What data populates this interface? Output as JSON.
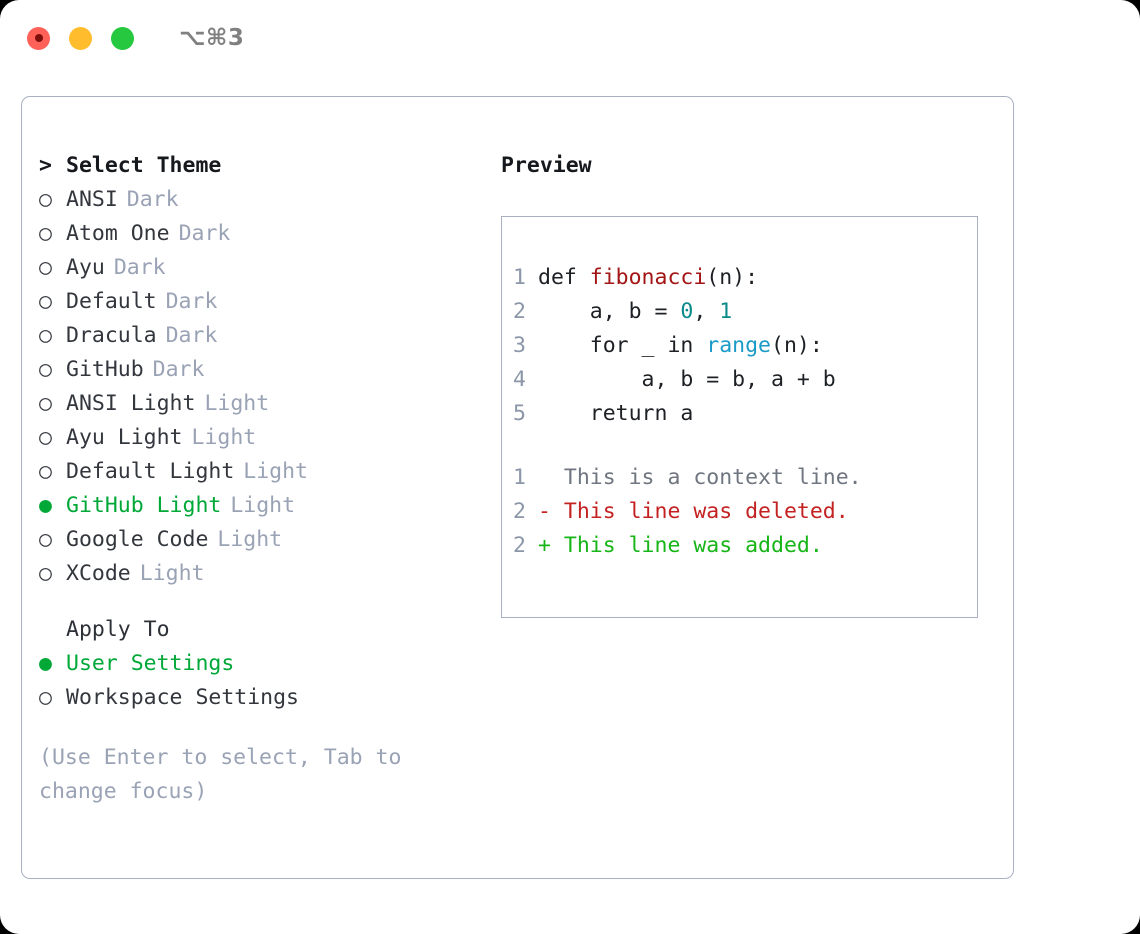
{
  "titlebar": {
    "shortcut": "⌥⌘3",
    "lights": [
      "close",
      "minimize",
      "zoom"
    ]
  },
  "left": {
    "header": {
      "marker": ">",
      "label": "Select Theme"
    },
    "themes": [
      {
        "marker": "○",
        "name": "ANSI",
        "variant": "Dark",
        "selected": false
      },
      {
        "marker": "○",
        "name": "Atom One",
        "variant": "Dark",
        "selected": false
      },
      {
        "marker": "○",
        "name": "Ayu",
        "variant": "Dark",
        "selected": false
      },
      {
        "marker": "○",
        "name": "Default",
        "variant": "Dark",
        "selected": false
      },
      {
        "marker": "○",
        "name": "Dracula",
        "variant": "Dark",
        "selected": false
      },
      {
        "marker": "○",
        "name": "GitHub",
        "variant": "Dark",
        "selected": false
      },
      {
        "marker": "○",
        "name": "ANSI Light",
        "variant": "Light",
        "selected": false
      },
      {
        "marker": "○",
        "name": "Ayu Light",
        "variant": "Light",
        "selected": false
      },
      {
        "marker": "○",
        "name": "Default Light",
        "variant": "Light",
        "selected": false
      },
      {
        "marker": "●",
        "name": "GitHub Light",
        "variant": "Light",
        "selected": true
      },
      {
        "marker": "○",
        "name": "Google Code",
        "variant": "Light",
        "selected": false
      },
      {
        "marker": "○",
        "name": "XCode",
        "variant": "Light",
        "selected": false
      }
    ],
    "apply_to": {
      "title": "Apply To",
      "options": [
        {
          "marker": "●",
          "label": "User Settings",
          "selected": true
        },
        {
          "marker": "○",
          "label": "Workspace Settings",
          "selected": false
        }
      ]
    },
    "hint": "(Use Enter to select, Tab to change focus)"
  },
  "right": {
    "title": "Preview",
    "code": [
      {
        "num": "1",
        "segments": [
          {
            "t": "def ",
            "c": "plain"
          },
          {
            "t": "fibonacci",
            "c": "fn"
          },
          {
            "t": "(n):",
            "c": "plain"
          }
        ]
      },
      {
        "num": "2",
        "segments": [
          {
            "t": "    a, b = ",
            "c": "plain"
          },
          {
            "t": "0",
            "c": "num"
          },
          {
            "t": ", ",
            "c": "plain"
          },
          {
            "t": "1",
            "c": "num"
          }
        ]
      },
      {
        "num": "3",
        "segments": [
          {
            "t": "    for _ in ",
            "c": "plain"
          },
          {
            "t": "range",
            "c": "call"
          },
          {
            "t": "(n):",
            "c": "plain"
          }
        ]
      },
      {
        "num": "4",
        "segments": [
          {
            "t": "        a, b = b, a + b",
            "c": "plain"
          }
        ]
      },
      {
        "num": "5",
        "segments": [
          {
            "t": "    return a",
            "c": "plain"
          }
        ]
      }
    ],
    "diff": [
      {
        "num": "1",
        "prefix": "  ",
        "text": "This is a context line.",
        "kind": "context"
      },
      {
        "num": "2",
        "prefix": "- ",
        "text": "This line was deleted.",
        "kind": "del"
      },
      {
        "num": "2",
        "prefix": "+ ",
        "text": "This line was added.",
        "kind": "add"
      }
    ]
  },
  "colors": {
    "accent_green": "#00a838",
    "muted": "#9aa3b5",
    "border": "#a8b1c0",
    "diff_del": "#c42222",
    "diff_add": "#17b517",
    "syntax_fn": "#a31515",
    "syntax_num": "#0a8a8a",
    "syntax_call": "#1a9ac7"
  }
}
